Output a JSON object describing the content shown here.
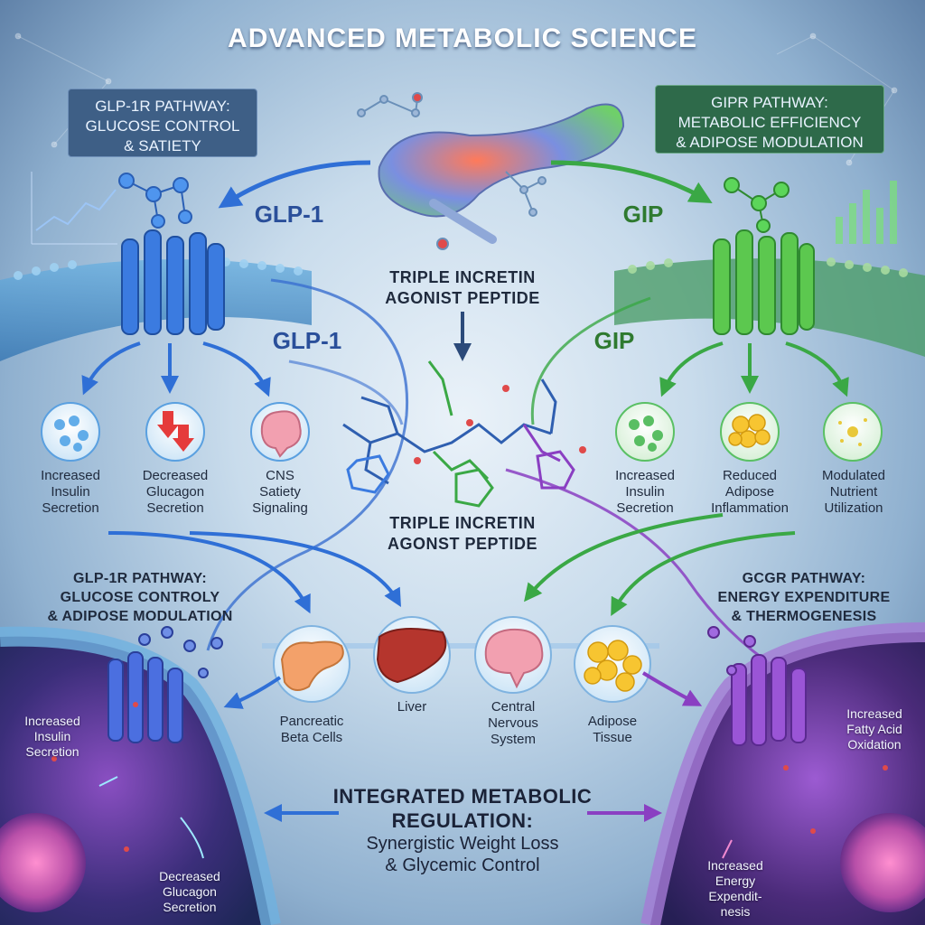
{
  "title": "ADVANCED METABOLIC SCIENCE",
  "colors": {
    "glp1_blue": "#2f6fd6",
    "gip_green": "#3aa845",
    "gcgr_purple": "#8a3fc2"
  },
  "top_left_box": {
    "line1": "GLP-1R PATHWAY:",
    "line2": "GLUCOSE CONTROL",
    "line3": "& SATIETY"
  },
  "top_right_box": {
    "line1": "GIPR PATHWAY:",
    "line2": "METABOLIC EFFICIENCY",
    "line3": "& ADIPOSE MODULATION"
  },
  "labels": {
    "glp1_top": "GLP-1",
    "glp1_mid": "GLP-1",
    "gip_top": "GIP",
    "gip_mid": "GIP"
  },
  "center_top": {
    "line1": "TRIPLE INCRETIN",
    "line2": "AGONIST PEPTIDE"
  },
  "center_mid": {
    "line1": "TRIPLE INCRETIN",
    "line2": "AGONST PEPTIDE"
  },
  "left_effects": [
    {
      "icon": "insulin-granules-icon",
      "l1": "Increased",
      "l2": "Insulin",
      "l3": "Secretion"
    },
    {
      "icon": "down-arrows-icon",
      "l1": "Decreased",
      "l2": "Glucagon",
      "l3": "Secretion"
    },
    {
      "icon": "brain-icon",
      "l1": "CNS",
      "l2": "Satiety",
      "l3": "Signaling"
    }
  ],
  "right_effects": [
    {
      "icon": "insulin-granules-icon",
      "l1": "Increased",
      "l2": "Insulin",
      "l3": "Secretion"
    },
    {
      "icon": "fat-cells-icon",
      "l1": "Reduced",
      "l2": "Adipose",
      "l3": "Inflammation"
    },
    {
      "icon": "nutrient-particles-icon",
      "l1": "Modulated",
      "l2": "Nutrient",
      "l3": "Utilization"
    }
  ],
  "mid_left_pathway": {
    "line1": "GLP-1R PATHWAY:",
    "line2": "GLUCOSE CONTROLY",
    "line3": "& ADIPOSE MODULATION"
  },
  "mid_right_pathway": {
    "line1": "GCGR PATHWAY:",
    "line2": "ENERGY EXPENDITURE",
    "line3": "& THERMOGENESIS"
  },
  "organs": [
    {
      "icon": "pancreas-icon",
      "l1": "Pancreatic",
      "l2": "Beta Cells",
      "l3": ""
    },
    {
      "icon": "liver-icon",
      "l1": "Liver",
      "l2": "",
      "l3": ""
    },
    {
      "icon": "brain-icon",
      "l1": "Central",
      "l2": "Nervous",
      "l3": "System"
    },
    {
      "icon": "fat-cells-icon",
      "l1": "Adipose",
      "l2": "Tissue",
      "l3": ""
    }
  ],
  "bottom_left_notes": {
    "a1": "Increased",
    "a2": "Insulin",
    "a3": "Secretion",
    "b1": "Decreased",
    "b2": "Glucagon",
    "b3": "Secretion"
  },
  "bottom_right_notes": {
    "a1": "Increased",
    "a2": "Fatty Acid",
    "a3": "Oxidation",
    "b1": "Increased",
    "b2": "Energy",
    "b3": "Expendit-",
    "b4": "nesis"
  },
  "integrated": {
    "line1": "INTEGRATED METABOLIC",
    "line2": "REGULATION:",
    "line3": "Synergistic Weight Loss",
    "line4": "& Glycemic Control"
  }
}
